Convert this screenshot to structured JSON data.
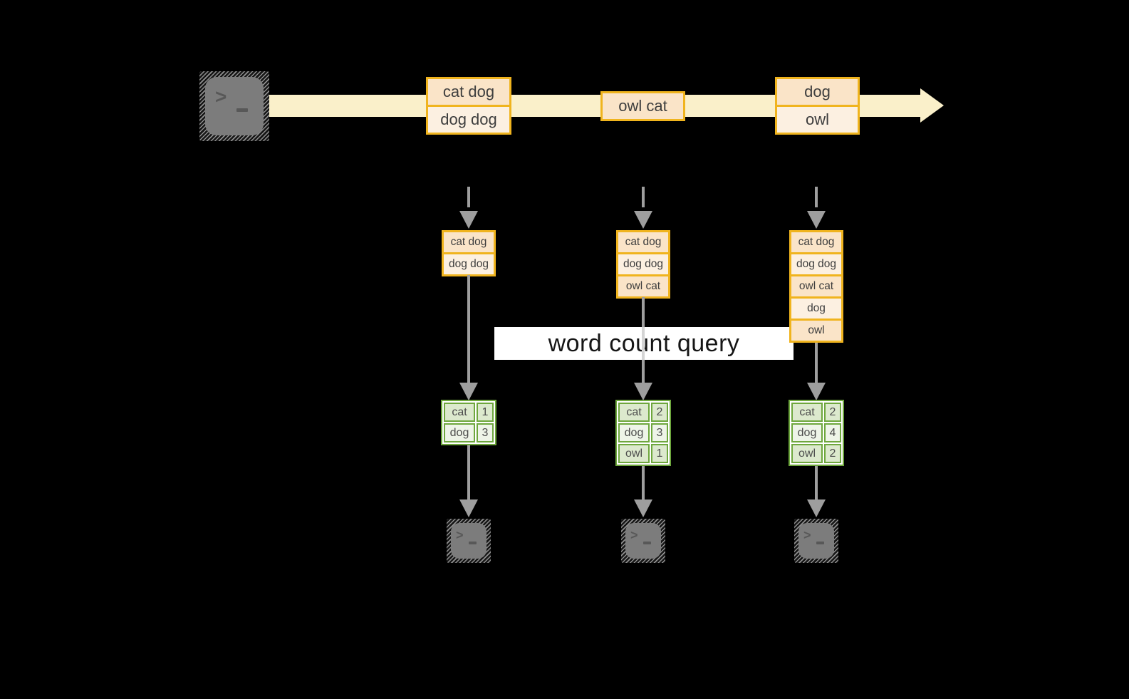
{
  "banner": {
    "label": "word count query"
  },
  "icons": {
    "terminal_prompt": ">"
  },
  "stream": {
    "records": [
      {
        "rows": [
          "cat dog",
          "dog dog"
        ]
      },
      {
        "rows": [
          "owl cat"
        ]
      },
      {
        "rows": [
          "dog",
          "owl"
        ]
      }
    ]
  },
  "states": [
    {
      "rows": [
        "cat dog",
        "dog dog"
      ]
    },
    {
      "rows": [
        "cat dog",
        "dog dog",
        "owl cat"
      ]
    },
    {
      "rows": [
        "cat dog",
        "dog dog",
        "owl cat",
        "dog",
        "owl"
      ]
    }
  ],
  "counts": [
    {
      "rows": [
        [
          "cat",
          "1"
        ],
        [
          "dog",
          "3"
        ]
      ]
    },
    {
      "rows": [
        [
          "cat",
          "2"
        ],
        [
          "dog",
          "3"
        ],
        [
          "owl",
          "1"
        ]
      ]
    },
    {
      "rows": [
        [
          "cat",
          "2"
        ],
        [
          "dog",
          "4"
        ],
        [
          "owl",
          "2"
        ]
      ]
    }
  ],
  "colors": {
    "background": "#000000",
    "stream_band": "#FAF0CA",
    "orange_border": "#F0B41E",
    "peach_dark": "#FAE4C8",
    "peach_light": "#FCF0E1",
    "green_border": "#6EA73D",
    "green_dark": "#DCE9CD",
    "green_light": "#EEF4E8",
    "arrow_gray": "#9E9E9E",
    "terminal_gray": "#7C7C7C"
  }
}
